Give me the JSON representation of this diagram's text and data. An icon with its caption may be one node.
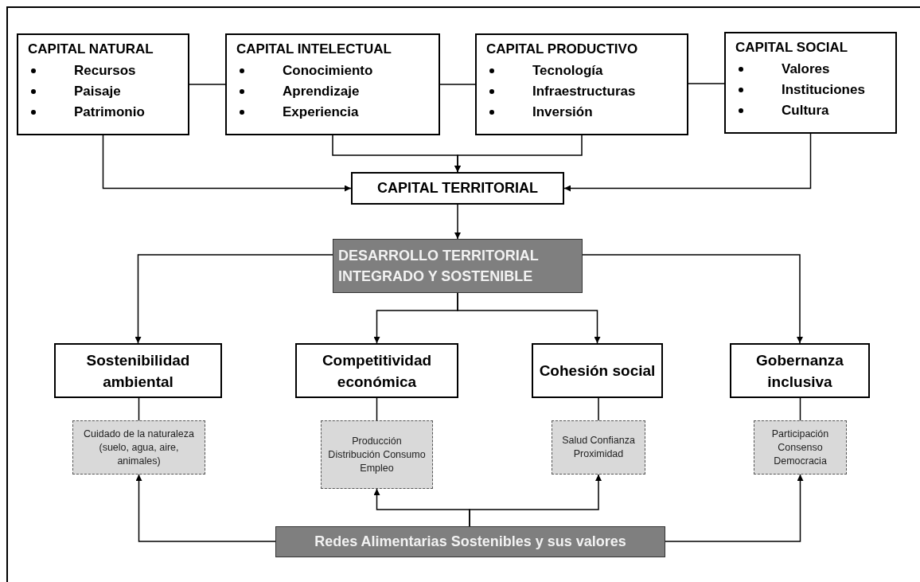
{
  "diagram": {
    "nodes": [
      {
        "text": [
          "CAPITAL NATURAL",
          "Recursos",
          "Paisaje",
          "Patrimonio"
        ]
      },
      {
        "text": [
          "CAPITAL INTELECTUAL",
          "Conocimiento",
          "Aprendizaje",
          "Experiencia"
        ]
      },
      {
        "text": [
          "CAPITAL PRODUCTIVO",
          "Tecnología",
          "Infraestructuras",
          "Inversión"
        ]
      },
      {
        "text": [
          "CAPITAL SOCIAL",
          "Valores",
          "Instituciones",
          "Cultura"
        ]
      },
      {
        "text": [
          "CAPITAL TERRITORIAL"
        ]
      },
      {
        "text": [
          "DESARROLLO TERRITORIAL INTEGRADO Y SOSTENIBLE"
        ]
      },
      {
        "text": [
          "Sostenibilidad ambiental"
        ]
      },
      {
        "text": [
          "Competitividad económica"
        ]
      },
      {
        "text": [
          "Cohesión social"
        ]
      },
      {
        "text": [
          "Gobernanza inclusiva"
        ]
      },
      {
        "text": [
          "Cuidado de la naturaleza (suelo, agua, aire, animales)"
        ]
      },
      {
        "text": [
          "Producción Distribución Consumo Empleo"
        ]
      },
      {
        "text": [
          "Salud Confianza Proximidad"
        ]
      },
      {
        "text": [
          "Participación Consenso Democracia"
        ]
      },
      {
        "text": [
          "Redes Alimentarias Sostenibles y sus valores"
        ]
      }
    ],
    "edges": [
      {
        "from": 0,
        "to": 1,
        "arrow": "none"
      },
      {
        "from": 1,
        "to": 2,
        "arrow": "none"
      },
      {
        "from": 2,
        "to": 3,
        "arrow": "none"
      },
      {
        "from": 1,
        "to": 4,
        "arrow": "to"
      },
      {
        "from": 2,
        "to": 4,
        "arrow": "to"
      },
      {
        "from": 0,
        "to": 4,
        "arrow": "to"
      },
      {
        "from": 3,
        "to": 4,
        "arrow": "to"
      },
      {
        "from": 4,
        "to": 5,
        "arrow": "to"
      },
      {
        "from": 5,
        "to": 6,
        "arrow": "to"
      },
      {
        "from": 5,
        "to": 7,
        "arrow": "to"
      },
      {
        "from": 5,
        "to": 8,
        "arrow": "to"
      },
      {
        "from": 5,
        "to": 9,
        "arrow": "to"
      },
      {
        "from": 6,
        "to": 10,
        "arrow": "none"
      },
      {
        "from": 7,
        "to": 11,
        "arrow": "none"
      },
      {
        "from": 8,
        "to": 12,
        "arrow": "none"
      },
      {
        "from": 9,
        "to": 13,
        "arrow": "none"
      },
      {
        "from": 14,
        "to": 10,
        "arrow": "to"
      },
      {
        "from": 14,
        "to": 11,
        "arrow": "to"
      },
      {
        "from": 14,
        "to": 12,
        "arrow": "to"
      },
      {
        "from": 14,
        "to": 13,
        "arrow": "to"
      }
    ]
  }
}
